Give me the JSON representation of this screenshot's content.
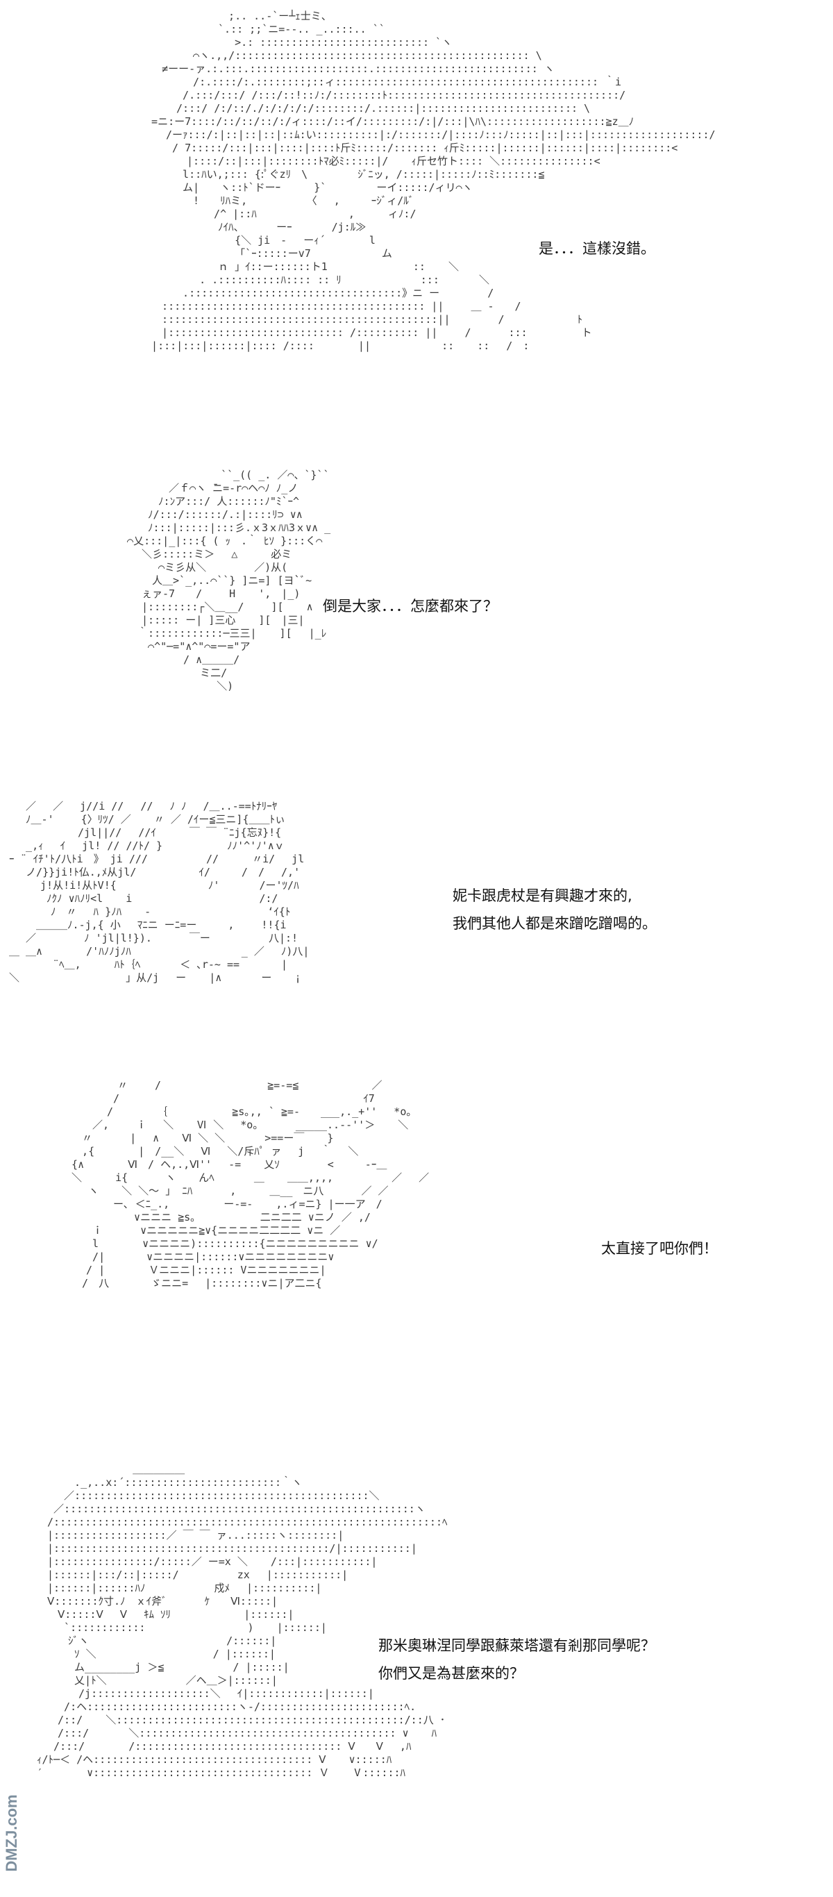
{
  "panels": [
    {
      "lines": [
        "是．．．這樣沒錯。"
      ],
      "art": " 　　　　　　　　　　;.. ..-`ー┴ｪ士ミ、\n 　　　　　　　　　`.:: ;;`ニ=--.. _..:::.. ``\n 　　　　　　　　　　 >.: ::::::::::::::::::::::::::: `ヽ\n 　　　　　　 ⌒ヽ.,,/::::::::::::::::::::::::::::::::::::::::::::::: \\\n 　　　 ≠ーー-ァ.:.:::.:::::::::::::::::::.:::::::::::::::::::::::::: ヽ\n 　　　　　　 /:.::::/:.::::::::;::ィ:::::::::::::::::::::::::::::::::::::::::: ｀i\n 　　　　　 /.:::/:::/ /:::/::!::ﾉ:/::::::::ﾄ:::::::::::::::::::::::::::::::::::::/\n 　　　　　/:::/ /:/::/./:/:/:/:/::::::::/.::::::|::::::::::::::::::::::::: \\\n 　　 =ニ:ー7::::/::/::/::/:/ィ::::/::イ/:::::::::/:|/:::|\\ﾊ\\:::::::::::::::::::≧z＿ﾉ\n 　　　　/ーｧ:::/:|::|::|::|::ﾑ:い::::::::::|:/:::::::/|::::ﾉ:::ﾉ:::::|::|:::|:::::::::::::::::::/\n 　　　　 / 7:::::/:::|:::|::::|::::ﾄ斤ﾐ:::::/::::::: ｨ斤ﾐ:::::|::::::|::::::|::::|::::::::<\n 　　　　　　|::::/::|:::|::::::::ﾄﾏ必ﾐ:::::|/ 　 ｨ斤セ竹ト:::: ＼:::::::::::::::<\n 　　　　　 l::ﾊい,;::: {:ﾟぐzﾘ　\\　 　 　 ｼﾞﾆッ, /:::::|:::::ﾉ::ﾐ:::::::≦\n 　　　　　 ム|　　ヽ::ﾄ`ドーｰ　 　 }`　 　 　 ーイ:::::/ィリ⌒ヽ\n 　　　　　　 !　　ﾘﾊミ, 　　　 　　〈　 ,　　　ｰｼﾞィ/ﾙﾞ\n 　　　　　　　　 /^ |::ﾊ　　　　 　　 　 ,　 　 ィﾉ:/\n 　　　　　　　　　ﾉｲﾊ、　　　 ーｰ 　 　 /j:ﾙ≫\n 　　　　　　　　　　 {＼ ji　‐　 ーｨ´　　 　 l\n 　　　　　　　　　　 「`ｰ:::::ーv7　　　 　 　 ム\n 　　　　　　　　　ｎ 」ｲ::ー::::::ト1　　　　　　 　 :: 　 ＼\n 　　　　　 　 . .::::::::::ﾊ:::: :: ﾘ　　　　　　　 ::: 　 　 ＼\n 　　　　　 .::::::::::::::::::::::::::::::::::》ニ ー　　　　 /\n 　　　 :::::::::::::::::::::::::::::::::::::::::: ||　　 ＿ ‐　　/\n 　　　 ::::::::::::::::::::::::::::::::::::::::::::||　　　　 /　　　　　　　ﾄ\n 　　　 |:::::::::::::::::::::::::::: /:::::::::: ||　　 /　　　 ::: 　 　　　ト\n 　　 |:::|:::|::::::|:::: /:::: 　　 　||　　　 　 　 :: 　 ::　 /　:"
    },
    {
      "lines": [
        "倒是大家．．．怎麼都來了？"
      ],
      "art": " 　　　　　　　　　　　　 ``_(( _. ／⌒、`}``\n 　　　　　　　 ／ｆ⌒ヽ ̄ニ=-r⌒ヘ⌒ﾉ ﾉ_ノ\n 　　　　　　 ﾉ:ﾝア:::/ 人::::::ﾉ\"ﾐ`ｰ^\n 　　　　　 ﾉ/:::/::::::/.:|::::ﾘ⊃ ∨∧\n 　　　　　 ﾉ:::|:::::|:::彡.ｘ3ｘﾊﾊ3ｘ∨∧ _\n 　　　 ⌒乂:::|_|:::{ ( ｯ　.｀ ﾋｿ }:::く⌒\n 　　　　　＼彡:::::ミ＞　 △　 　 必ミ\n 　　　　　　 ⌒ミ彡从＼　　　　 ／)从(\n 　　　　　　人＿>`_,..⌒``} ]ニ=] [ヨ`ﾞ~\n 　　　　　ぇァ-7　　/　 　H 　 ',　|_)\n 　　　　　|::::::::┌＼＿__/　　 ][ 　 ∧\n 　　　　　|::::: ー| ]三心 　 ][　|三|\n 　　　　 ｀::::::::::::─三三| 　 ][ 　|_ﾚ\n 　　　　　 ⌒^\"─=\"∧^\"⌒=ー=\"ア\n 　　　　　　　　　/ ∧＿＿＿/\n 　　　　　　　　　　 ミ二/\n 　　　　　　　　　　 　 ＼)"
    },
    {
      "lines": [
        "妮卡跟虎杖是有興趣才來的,",
        "我們其他人都是來蹭吃蹭喝的。"
      ],
      "art": " 　 ／ 　／　 j//i // 　// 　ﾉ ﾉ 　/＿..-==ﾄﾅﾘｰﾔ\n 　 ﾉ＿-'　　 {〉ﾘﾂ/ ／ 　 〃 ／ /ｲー≦三ニ]{＿＿ﾄぃ\n 　　　　　　 /jl||// 　//ｲ　 　 ￣ ￣ ¨ﾆj{忘ﾇ}!{\n 　 _,ｨ 　ｲ　 jl! // //ﾄ/ } 　　　　　 ﾉﾉ'^'ﾉ'∧ｖ\n ｰ ¨ ｲﾁ'ﾄ/八ﾄi　》 ji ///　　　　　 // 　 　〃i/ 　jl\n 　 ノ/}}ji!ﾄ仏.,ﾒ从jl/　　　　　　ｲ/　　　/　/ 　/,'\n 　　　j!从!i!从ﾄV!{ 　　　 　　　　 ﾉ' 　 　 /ー'ﾂ/ﾊ\n 　　　 ﾉｸﾉ ∨ﾊﾉﾘ<l 　 i 　　　　　　　　　　　 /:/\n 　　　　ﾉ　〃　 ﾊ }ﾉﾊ 　 ‐　　　　　　　　　 　 ‘ｲ{ﾄ\n 　　 ＿＿＿ﾉ.-j,{ 小　 ﾏﾆニ ーﾆ=ー　　　,　 　!!{i\n 　 ／ 　　　　ﾉ 'jl|l!}).　　 　￣ー　　　　　 八|:!\n ＿ ＿∧　　 　 /'ﾊﾉﾉjﾉﾊ 　　　　　　　　　　_ ／ 　ﾉ)八|\n 　 　　 ¨ﾍ＿,　 　 ﾊﾄ｛ﾍ 　 　 ＜ ､r-~ ==　　　　|\n ＼ 　　　　　　　　　 」从/j　 ー 　 |∧ 　 　 ー 　 ¡"
    },
    {
      "lines": [
        "太直接了吧你們！"
      ],
      "art": " 　　　　　　〃　 　/　 　　　　　　　　 ≧=-=≦ 　 　 　 　 ／\n 　　　　　 /　　　　　　　　　　　　　 　 　 　 　　　　　ｲ7\n 　　　　　/ 　　　 ｛ 　　　　　 ≧s｡,, ` ≧=-　　___,._+''　 *o｡\n 　　　 ／,　　 ｉ　 ＼ 　 Ⅵ ＼ 　*o｡　　　 _____..--''＞ 　 ＼\n 　　 〃　　　 |　 ∧ 　 Ⅵ ＼ ＼ 　 　 >==ー￣ 　 }\n 　　 ,{ 　　　 |　/__＼ 　Ⅵ　 ＼/斥ﾊﾟ ァ　 j　 ｀ 　＼\n 　 {∧ 　　　 Ⅵ　/ ヘ,.,Ⅵ'' 　-= 　 乂ｿ　　　　 <　　　-ｰ＿\n 　 ＼ 　　 i{ 　　　ヽ 　 んﾍ 　 　 ＿ 　 ＿＿,,,,　　　　　 ／　 ／\n 　 　 ヽ 　 ＼ ＼～ 」 ﾆﾊ　　　 ,　 　 ＿__　ニ八　　　 ／ ／\n 　　　　　 ー､ ＜ﾆ_.,　　　 　 ー-=- 　 ,.ィ=ニ} |ー一ア　/\n 　　　　　　　 ∨ニニニ ≧s｡ 　　　　　 二ニ二二 ∨ニノ ／ ,/\n 　　　 ｉ 　　　∨ニニニニニ≧∨{ニニニニ二二二二 ∨ニ ／\n 　　　 l 　　　 ∨ニニニニ)::::::::::{ニニニニニニニニニ ∨/\n 　　　 /|　　　　∨ニニニニ|::::::∨ニニニニニニニニ∨\n 　　　/ | 　　　 Ｖニニニ|:::::: Vニニニニニニニ|\n 　　 /　八　　　　ゞニニ= 　|::::::::∨ニ|ア二ニ{"
    },
    {
      "lines": [
        "那米奧琳涅同學跟蘇萊塔還有剎那同學呢？",
        "你們又是為甚麼來的？"
      ],
      "art": " 　　　　　　 　　 ＿＿＿＿＿\n 　　　 ._,..x:´:::::::::::::::::::::::::｀ヽ\n 　　 ／:::::::::::::::::::::::::::::::::::::::::::::::＼\n 　 ／::::::::::::::::::::::::::::::::::::::::::::::::::::::::ヽ\n 　/::::::::::::::::::::::::::::::::::::::::::::::::::::::::::::::ﾍ\n 　|::::::::::::::::::／ ￣ ￣ ァ...:::::ヽ::::::::|\n 　|::::::::::::::::::::::::::::::::::::::::::::/|:::::::::::|\n 　|::::::::::::::::/:::::／ ー=x ＼ 　 /:::|:::::::::::|\n 　|::::::|:::/::|:::::/　　　　　 zx　 |:::::::::::|\n 　|::::::|::::::ﾊﾉ　　　　　　 戍ﾒ　 |::::::::::|\n 　Ⅴ:::::::ｸ寸.ﾉ　ｘｲ斧ﾞ　　　 ｹ　　Ⅵ:::::|\n 　　Ⅴ:::::Ⅴ　 Ⅴ　 ｷﾑ ｿﾘ 　 　 　 　 |::::::|\n 　　 `:::::::::::: 　 　　　　　　　 ) 　 |::::::|\n 　　　ｼﾞヽ 　　　　　　　　　　　　 /::::::|\n 　　　 ｿ ＼ 　　　　　　　　　　 / |::::::|\n 　　　 ム________j ＞≦ 　　　　　　/ |:::::|\n 　　　 乂|ﾄ＼　　　　　　　 ／ヘ＿＞|::::::|\n 　　　　/j:::::::::::::::::::＼　 ｲ|::::::::::::|::::::|\n 　　 /:ヘ::::::::::::::::::::::::ヽ-/:::::::::::::::::::::::ﾍ.\n 　　/::/ 　 ＼::::::::::::::::::::::::::::::::::::::::::::::/::八 ･\n 　　/:::/ 　 　 ＼::::::::::::::::::::::::::::::::::::::::: ∨ 　 ﾊ\n 　 /:::/　　 　 /::::::::::::::::::::::::::::::::: Ⅴ　　Ⅴ　 ,ﾊ\n ｨ/ﾄ─＜ /ヘ::::::::::::::::::::::::::::::::::: Ⅴ 　 ∨:::::ﾊ\n ′ 　　　 ∨::::::::::::::::::::::::::::::::::: Ｖ 　 Ⅴ::::::ﾊ"
    }
  ],
  "watermark": {
    "text": "DMZJ.com"
  }
}
